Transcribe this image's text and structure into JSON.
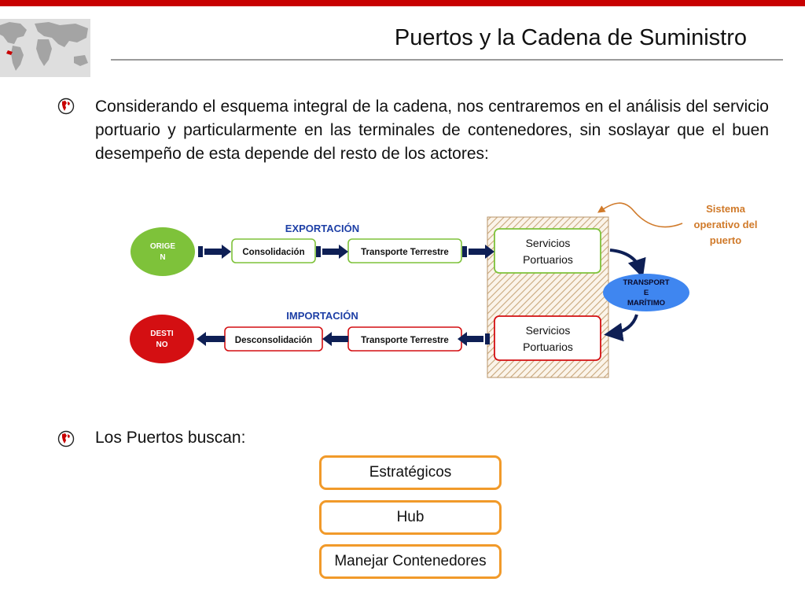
{
  "slide": {
    "title": "Puertos y la Cadena de Suministro",
    "intro": "Considerando el esquema integral de la cadena, nos centraremos en el análisis del servicio portuario y particularmente en las terminales de contenedores, sin soslayar que el buen desempeño de esta depende del resto de los actores:",
    "subheading": "Los Puertos buscan:",
    "goals": [
      "Estratégicos",
      "Hub",
      "Manejar Contenedores"
    ]
  },
  "diagram": {
    "export_label": "EXPORTACIÓN",
    "import_label": "IMPORTACIÓN",
    "origin": [
      "ORIGE",
      "N"
    ],
    "destination": [
      "DESTI",
      "NO"
    ],
    "consolidation": "Consolidación",
    "deconsolidation": "Desconsolidación",
    "land_transport_export": "Transporte Terrestre",
    "land_transport_import": "Transporte Terrestre",
    "port_services_export": [
      "Servicios",
      "Portuarios"
    ],
    "port_services_import": [
      "Servicios",
      "Portuarios"
    ],
    "maritime": [
      "TRANSPORT",
      "E",
      "MARÍTIMO"
    ],
    "port_system": [
      "Sistema",
      "operativo del",
      "puerto"
    ]
  },
  "colors": {
    "accent_red": "#c80000",
    "green": "#7ec23a",
    "red_node": "#d40f12",
    "blue_node": "#3f86f0",
    "label_blue": "#1d3fa6",
    "orange": "#f19a2a",
    "callout": "#d07a2a",
    "arrow_navy": "#0e1f55"
  },
  "icons": {
    "bullet": "globe-icon",
    "map": "world-map-image"
  }
}
